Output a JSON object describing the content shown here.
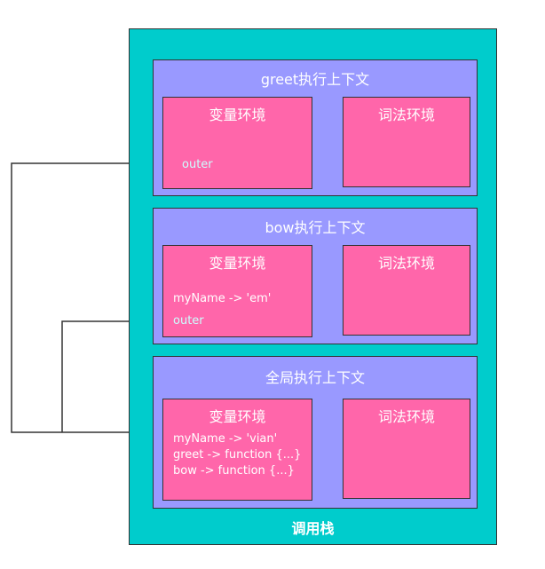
{
  "call_stack": {
    "label": "调用栈",
    "contexts": [
      {
        "title": "greet执行上下文",
        "variable_env": {
          "title": "变量环境",
          "entries": [],
          "outer_label": "outer"
        },
        "lexical_env": {
          "title": "词法环境"
        }
      },
      {
        "title": "bow执行上下文",
        "variable_env": {
          "title": "变量环境",
          "entries": [
            "myName -> 'em'"
          ],
          "outer_label": "outer"
        },
        "lexical_env": {
          "title": "词法环境"
        }
      },
      {
        "title": "全局执行上下文",
        "variable_env": {
          "title": "变量环境",
          "entries": [
            "myName -> 'vian'",
            "greet -> function {...}",
            "bow -> function {...}"
          ]
        },
        "lexical_env": {
          "title": "词法环境"
        }
      }
    ]
  },
  "colors": {
    "stack_fill": "#00CCCC",
    "context_fill": "#9999FF",
    "env_fill": "#FF66AA",
    "outer_text": "#CCFFFF",
    "line": "#333333"
  }
}
